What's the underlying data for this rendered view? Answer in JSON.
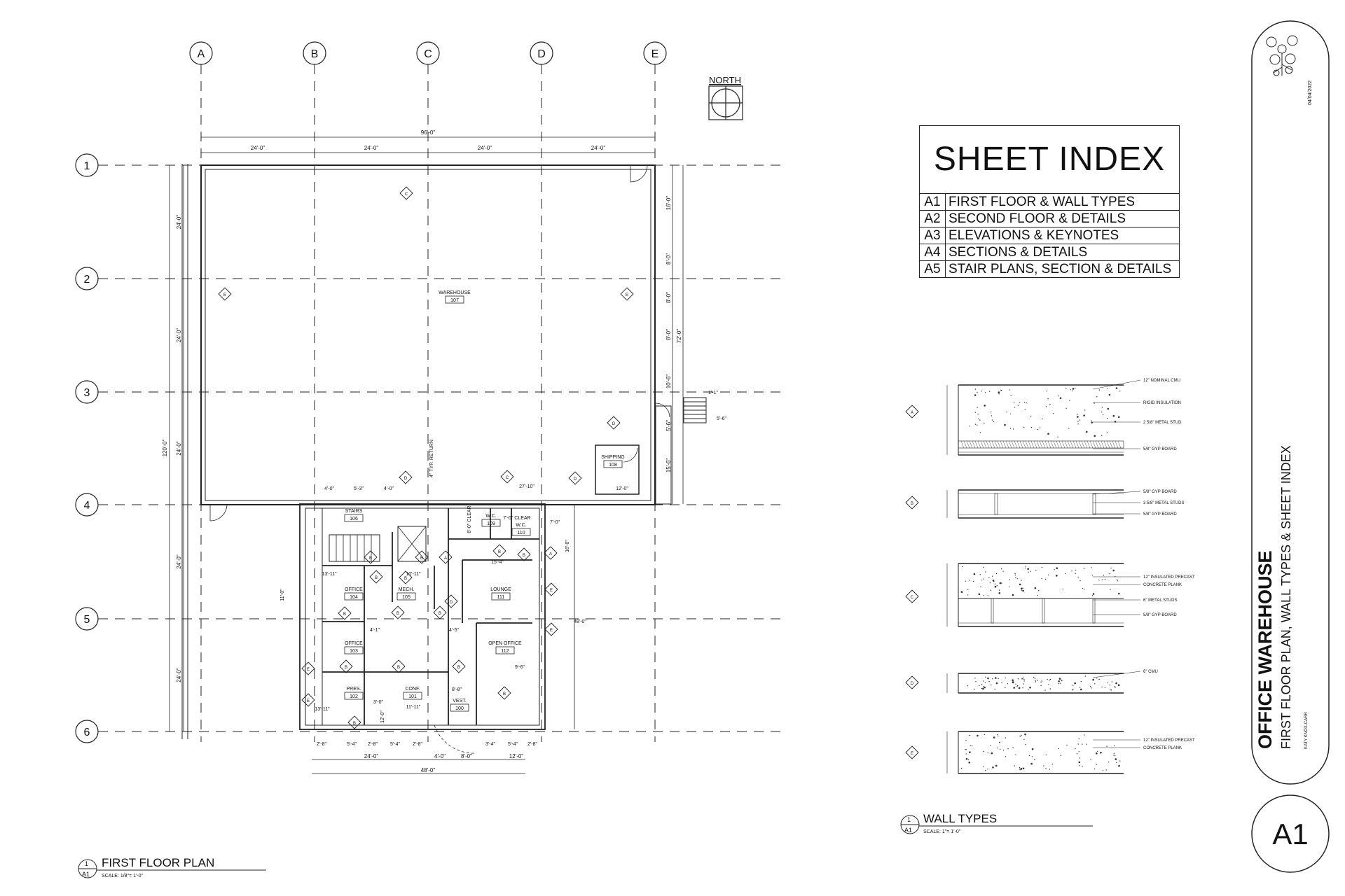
{
  "grid": {
    "columns": [
      "A",
      "B",
      "C",
      "D",
      "E"
    ],
    "rows": [
      "1",
      "2",
      "3",
      "4",
      "5",
      "6"
    ]
  },
  "north_label": "NORTH",
  "dimensions": {
    "top_overall": "96'-0\"",
    "top_bays": [
      "24'-0\"",
      "24'-0\"",
      "24'-0\"",
      "24'-0\""
    ],
    "left_overall": "120'-0\"",
    "left_bays": [
      "24'-0\"",
      "24'-0\"",
      "24'-0\"",
      "24'-0\"",
      "24'-0\""
    ],
    "right": [
      "16'-0\"",
      "8'-0\"",
      "8'-0\"",
      "8'-0\"",
      "10'-6\"",
      "5'-6\"",
      "15'-6\"",
      "72'-0\""
    ],
    "bottom": [
      "24'-0\"",
      "4'-0\"",
      "8'-0\"",
      "12'-0\"",
      "48'-0\""
    ],
    "bottom_small": [
      "2'-8\"",
      "5'-4\"",
      "2'-8\"",
      "5'-4\"",
      "2'-8\"",
      "3'-4\"",
      "5'-4\"",
      "2'-8\""
    ],
    "misc": [
      "4'-0\"",
      "5'-3\"",
      "4'-0\"",
      "27'-10\"",
      "12'-0\"",
      "4\" TYP. RETURN",
      "10'-11\"",
      "13'-11\"",
      "4'-1\"",
      "4'-5\"",
      "15'-4\"",
      "9'-6\"",
      "13'-11\"",
      "11'-11\"",
      "8'-8\"",
      "7'-0\"",
      "16'-0\"",
      "48'-0\"",
      "12'-0\"",
      "11'-0\"",
      "5'-6\"",
      "1'-1\"",
      "3'-0\"",
      "7'-0\" CLEAR",
      "6'-0\" CLEAR"
    ]
  },
  "rooms": [
    {
      "name": "WAREHOUSE",
      "number": "107"
    },
    {
      "name": "SHIPPING",
      "number": "108"
    },
    {
      "name": "STAIRS",
      "number": "106"
    },
    {
      "name": "W.C.",
      "number": "109"
    },
    {
      "name": "W.C.",
      "number": "110"
    },
    {
      "name": "OFFICE",
      "number": "104"
    },
    {
      "name": "MECH.",
      "number": "105"
    },
    {
      "name": "LOUNGE",
      "number": "111"
    },
    {
      "name": "OFFICE",
      "number": "103"
    },
    {
      "name": "OPEN OFFICE",
      "number": "112"
    },
    {
      "name": "PRES.",
      "number": "102"
    },
    {
      "name": "CONF.",
      "number": "101"
    },
    {
      "name": "VEST.",
      "number": "100"
    }
  ],
  "wall_tags": [
    "A",
    "B",
    "C",
    "D",
    "E"
  ],
  "sheet_index": {
    "title": "SHEET INDEX",
    "rows": [
      {
        "code": "A1",
        "name": "FIRST FLOOR & WALL TYPES"
      },
      {
        "code": "A2",
        "name": "SECOND FLOOR & DETAILS"
      },
      {
        "code": "A3",
        "name": "ELEVATIONS & KEYNOTES"
      },
      {
        "code": "A4",
        "name": "SECTIONS & DETAILS"
      },
      {
        "code": "A5",
        "name": "STAIR PLANS, SECTION & DETAILS"
      }
    ]
  },
  "wall_types": [
    {
      "tag": "A",
      "notes": [
        "12\" NOMINAL CMU",
        "RIGID INSULATION",
        "2 5/8\" METAL STUD",
        "5/8\" GYP BOARD"
      ]
    },
    {
      "tag": "B",
      "notes": [
        "5/8\" GYP BOARD",
        "3 5/8\" METAL STUDS",
        "5/8\" GYP BOARD"
      ]
    },
    {
      "tag": "C",
      "notes": [
        "12\" INSULATED PRECAST",
        "CONCRETE PLANK",
        "6\" METAL STUDS",
        "5/8\" GYP BOARD"
      ]
    },
    {
      "tag": "D",
      "notes": [
        "6\" CMU"
      ]
    },
    {
      "tag": "E",
      "notes": [
        "12\" INSULATED PRECAST",
        "CONCRETE PLANK"
      ]
    }
  ],
  "drawing_titles": {
    "plan": {
      "number": "1",
      "sheet": "A1",
      "title": "FIRST FLOOR PLAN",
      "scale": "SCALE: 1/8\"= 1'-0\""
    },
    "walls": {
      "number": "1",
      "sheet": "A1",
      "title": "WALL TYPES",
      "scale": "SCALE: 1\"= 1'-0\""
    }
  },
  "title_block": {
    "project": "OFFICE WAREHOUSE",
    "subtitle": "FIRST FLOOR PLAN, WALL TYPES & SHEET INDEX",
    "designer": "KATY KNOX-CARR",
    "date": "04/04/2022",
    "sheet_number": "A1"
  }
}
